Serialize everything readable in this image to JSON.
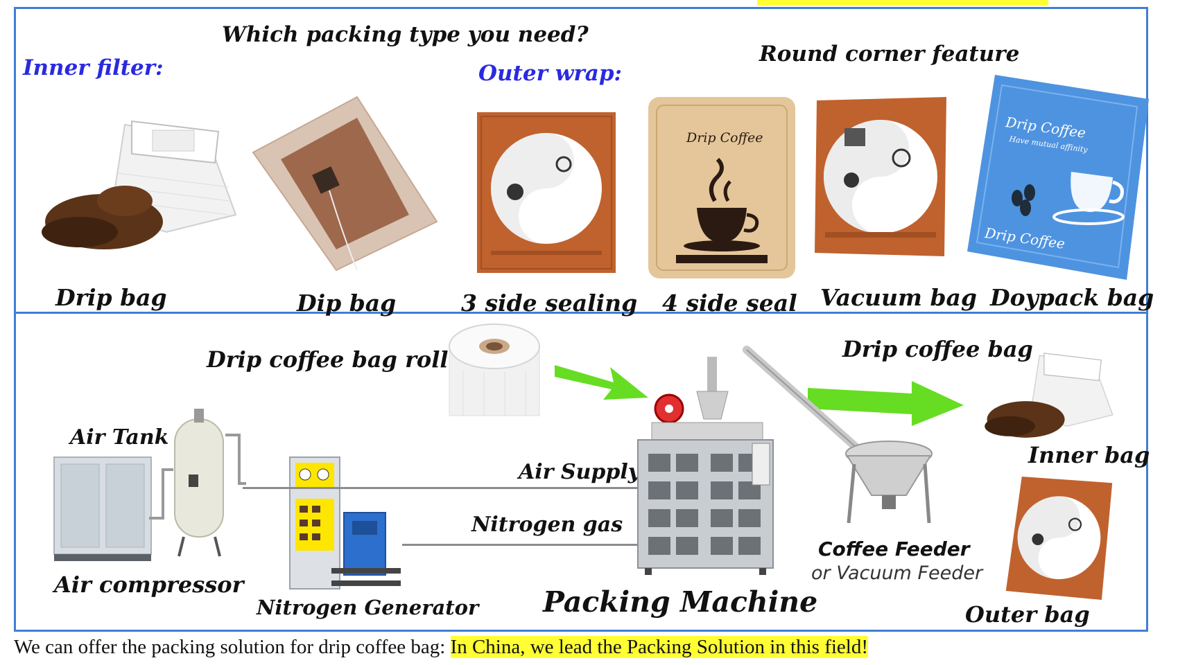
{
  "top_section": {
    "question": "Which packing type you need?",
    "inner_filter_label": "Inner filter:",
    "outer_wrap_label": "Outer wrap:",
    "round_corner_label": "Round corner feature",
    "products": [
      {
        "label": "Drip bag"
      },
      {
        "label": "Dip bag"
      },
      {
        "label": "3 side sealing"
      },
      {
        "label": "4 side seal"
      },
      {
        "label": "Vacuum bag"
      },
      {
        "label": "Doypack bag"
      }
    ],
    "kraft_bag_text": "Drip Coffee",
    "doypack_text": "Drip Coffee",
    "doypack_subtext": "Have mutual affinity"
  },
  "bottom_section": {
    "roll_label": "Drip coffee bag roll",
    "output_label": "Drip coffee bag",
    "air_tank_label": "Air Tank",
    "air_compressor_label": "Air compressor",
    "nitrogen_generator_label": "Nitrogen Generator",
    "air_supply_label": "Air Supply",
    "nitrogen_gas_label": "Nitrogen gas",
    "packing_machine_label": "Packing Machine",
    "coffee_feeder_label": "Coffee Feeder",
    "vacuum_feeder_label": "or Vacuum Feeder",
    "inner_bag_label": "Inner bag",
    "outer_bag_label": "Outer bag"
  },
  "caption": {
    "text": "We can offer the packing solution for drip coffee bag: ",
    "highlight": "In China, we lead the Packing Solution in this field!"
  },
  "colors": {
    "frame": "#3f7fd4",
    "highlight": "#ffff33",
    "orange_bag": "#c0622e",
    "kraft_bag": "#e4c69a",
    "doypack": "#4e93e0",
    "arrow": "#66dd22"
  }
}
